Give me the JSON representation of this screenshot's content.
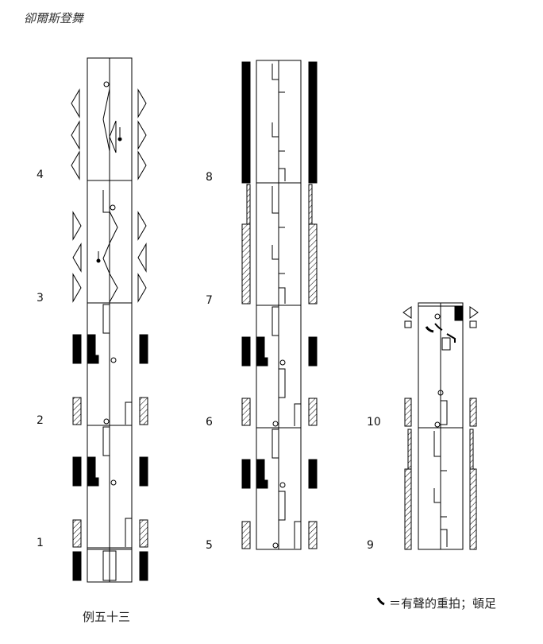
{
  "title": "卻爾斯登舞",
  "caption": "例五十三",
  "legend": {
    "text": "＝有聲的重拍；頓足",
    "icon": "accent-mark-icon"
  },
  "measures": [
    {
      "label": "1"
    },
    {
      "label": "2"
    },
    {
      "label": "3"
    },
    {
      "label": "4"
    },
    {
      "label": "5"
    },
    {
      "label": "6"
    },
    {
      "label": "7"
    },
    {
      "label": "8"
    },
    {
      "label": "9"
    },
    {
      "label": "10"
    }
  ]
}
